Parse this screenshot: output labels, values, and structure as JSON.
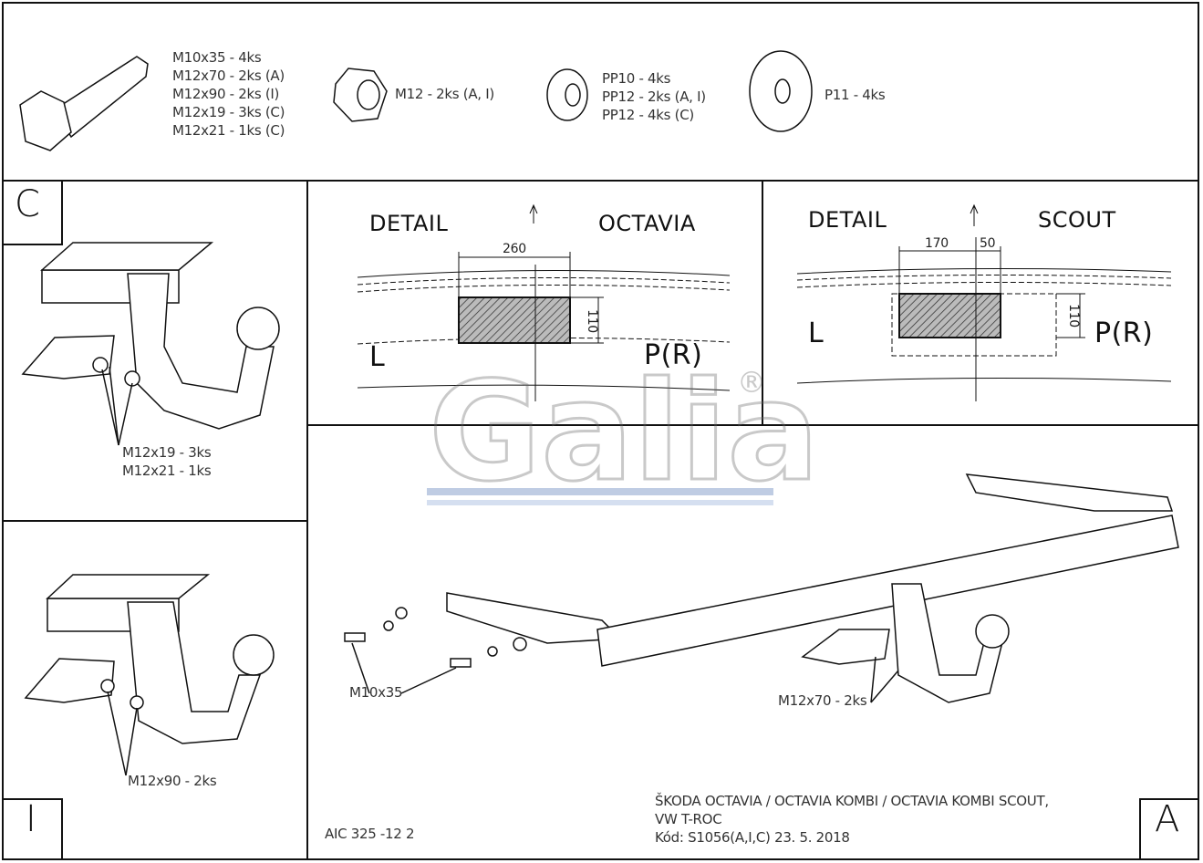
{
  "parts": {
    "bolts": [
      "M10x35 - 4ks",
      "M12x70 - 2ks (A)",
      "M12x90 - 2ks (I)",
      "M12x19 - 3ks (C)",
      "M12x21 - 1ks (C)"
    ],
    "nut": "M12 - 2ks (A, I)",
    "washers": [
      "PP10 - 4ks",
      "PP12 - 2ks (A, I)",
      "PP12 - 4ks (C)"
    ],
    "large_washer": "P11 - 4ks"
  },
  "panel_c": {
    "label": "C",
    "callout": [
      "M12x19 - 3ks",
      "M12x21 - 1ks"
    ]
  },
  "panel_i": {
    "label": "I",
    "callout": "M12x90 - 2ks"
  },
  "detail_octavia": {
    "title_left": "DETAIL",
    "title_right": "OCTAVIA",
    "dim_width": "260",
    "dim_height": "110",
    "left": "L",
    "right": "P(R)"
  },
  "detail_scout": {
    "title_left": "DETAIL",
    "title_right": "SCOUT",
    "dim_width_1": "170",
    "dim_width_2": "50",
    "dim_height": "110",
    "left": "L",
    "right": "P(R)"
  },
  "panel_a": {
    "label": "A",
    "callout_bolt": "M10x35",
    "callout_arm": "M12x70 - 2ks"
  },
  "logo": {
    "text": "Galia",
    "mark": "®"
  },
  "footer": {
    "code": "AIC 325 -12 2",
    "vehicles_line1": "ŠKODA OCTAVIA / OCTAVIA KOMBI / OCTAVIA KOMBI SCOUT,",
    "vehicles_line2": "VW T-ROC",
    "kod": "Kód: S1056(A,I,C)  23. 5. 2018"
  }
}
